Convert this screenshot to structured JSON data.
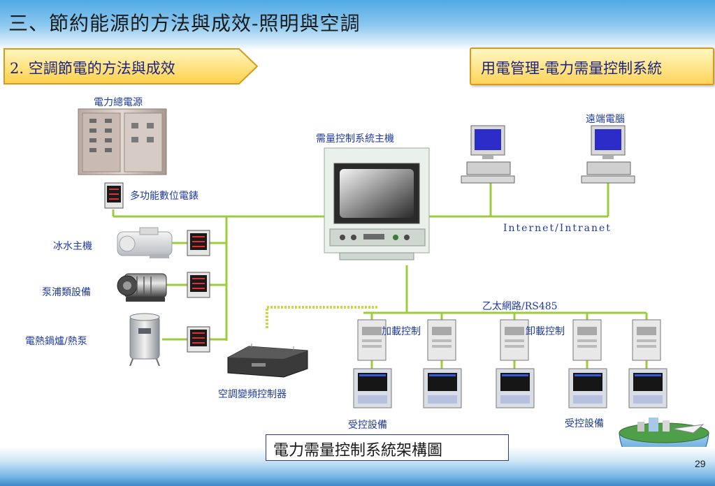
{
  "header": {
    "title": "三、節約能源的方法與成效-照明與空調",
    "section": "2. 空調節電的方法與成效",
    "system": "用電管理-電力需量控制系統"
  },
  "diagram": {
    "labels": {
      "main_power": "電力總電源",
      "meter": "多功能數位電錶",
      "chiller": "冰水主機",
      "pump": "泵浦類設備",
      "boiler": "電熱鍋爐/熱泵",
      "host": "需量控制系統主機",
      "remote": "遠端電腦",
      "internet": "Internet/Intranet",
      "ethernet": "乙太網路/RS485",
      "load_on": "加載控制",
      "load_off": "卸載控制",
      "vfd": "空調變頻控制器",
      "controlled_left": "受控設備",
      "controlled_right": "受控設備"
    },
    "caption": "電力需量控制系統架構圖"
  },
  "footer": {
    "page_number": "29"
  },
  "colors": {
    "bus_line": "#9ccc3c",
    "dotted_line": "#c8d84a",
    "label_text": "#1f3aa0",
    "tag_fill": "#ffd45a"
  }
}
